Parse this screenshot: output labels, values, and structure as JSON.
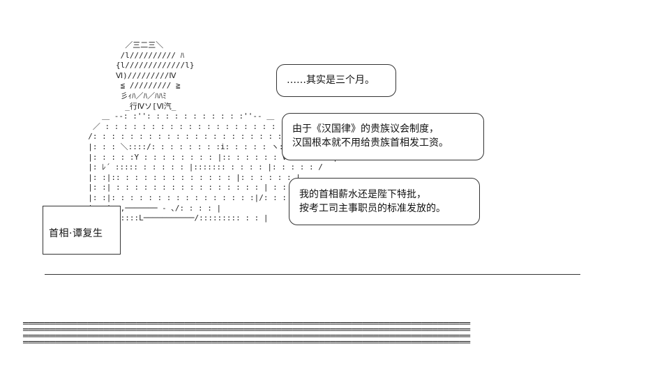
{
  "figure": {
    "ascii_art": "                  ／三二三＼\n                 /l////////// ﾊ\n                {l/////////////l}\n                Ⅵ)/////////Ⅳ\n                 ≦ ///////// ≧\n                 彡ｨﾊ／ﾊ／ﾊﾊﾐ\n                  _行Ⅳソ[Ⅵ汽_\n             ＿ -‐: :'': : : : : : : : : : :''‐- ＿\n           ／ : : : : : : : : : : : : : : : : : : : : : ＼\n          /: : : : : : : : : : : : : : : : : : : : : : : : ﾊ\n          |: : : ＼::::/: : : : : : : :i: : : : : ヽ::::/: : ／ : |\n          |: : : : :Y : : : : : : : : |:: : : : : : V: : ´ : : |\n          |: ﾚ´ ::::: : : : : : |::::::: : : : : |: : : : : /\n          |: :|:: : : : : : : : : : : : : |: : : : : : |\n          |: :| : : : : : : : : : : : : : : : : | : : :/ : : |\n          |: :|: : : : : : : : : : : : : : : :|/: : : : |\n          |: :|_ ,─────── - ､/: : : : |\n          |::::::::::L───────────/::::::::: : : |"
  },
  "nameplate": {
    "label": "首相·谭复生"
  },
  "bubbles": [
    {
      "lines": [
        "……其实是三个月。"
      ]
    },
    {
      "lines": [
        "由于《汉国律》的贵族议会制度，",
        "汉国根本就不用给贵族首相发工资。"
      ]
    },
    {
      "lines": [
        "我的首相薪水还是陛下特批，",
        "按考工司主事职员的标准发放的。"
      ]
    }
  ],
  "bottom_bars": "═══════════════════════════════════════════════════════════════════════════════════\n═══════════════════════════════════════════════════════════════════════════════════\n═══════════════════════════════════════════════════════════════════════════════════\n═══════════════════════════════════════════════════════════════════════════════════"
}
